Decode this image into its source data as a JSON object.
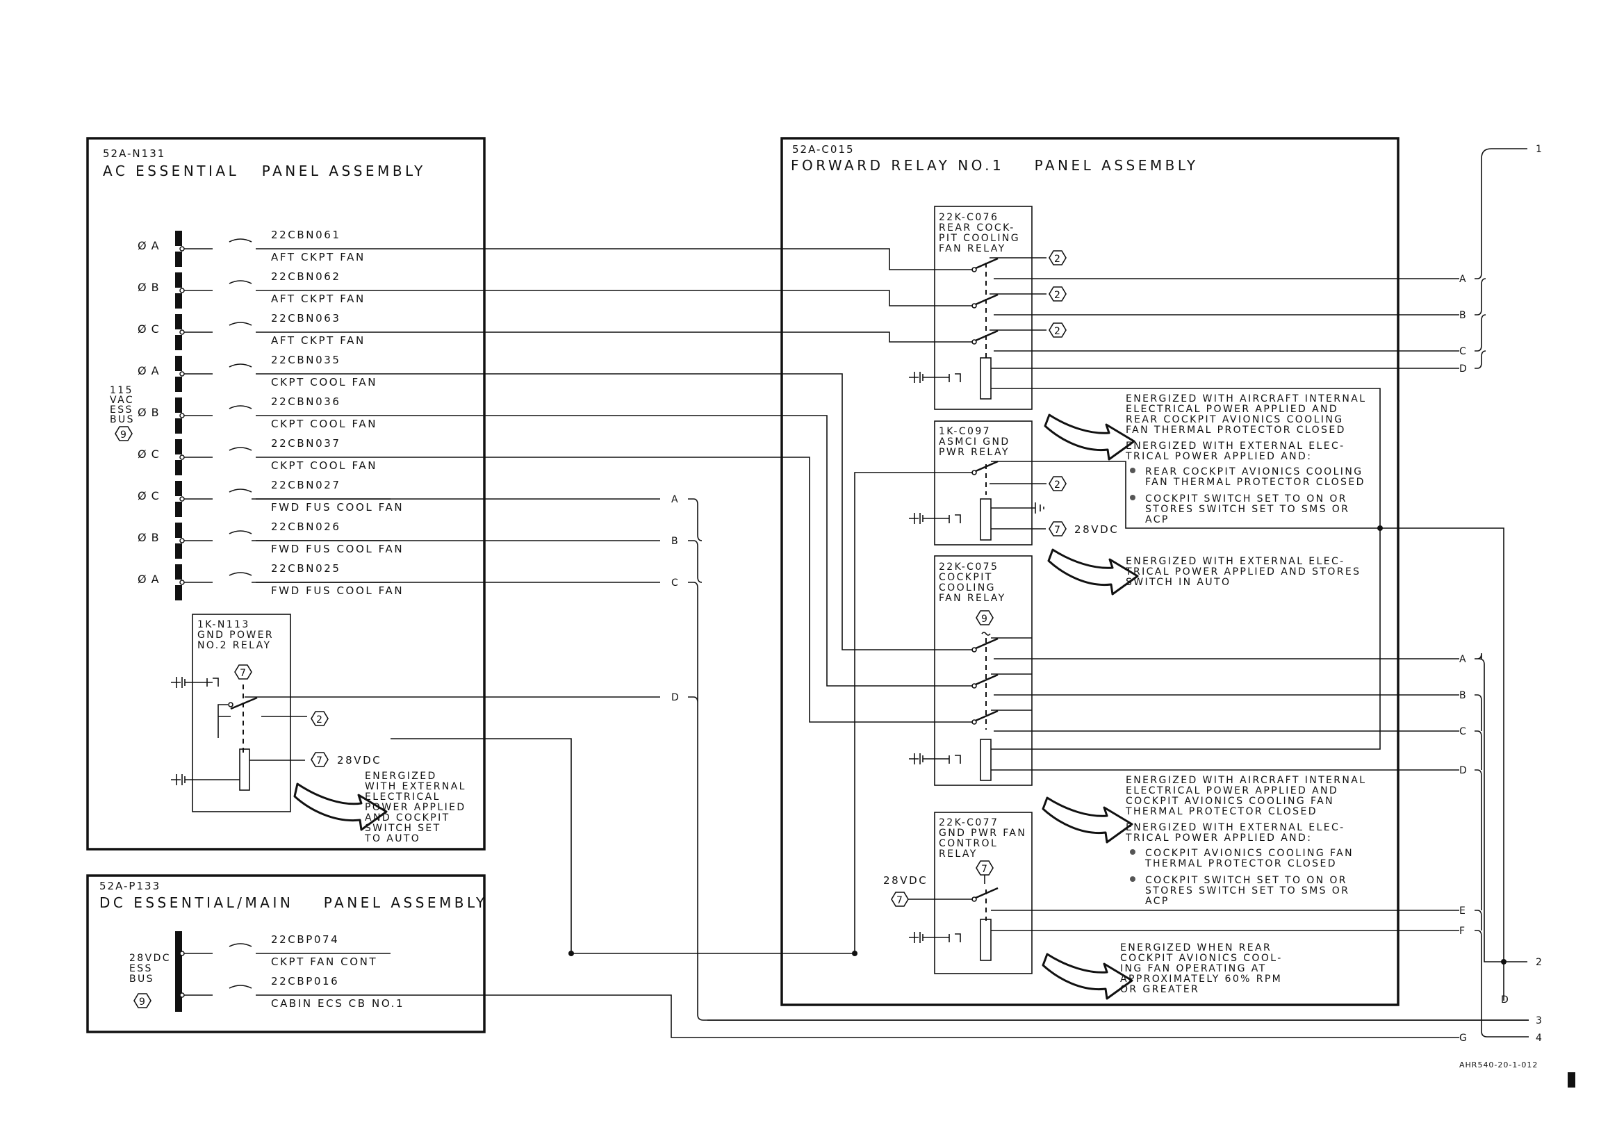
{
  "left_panel": {
    "id": "52A-N131",
    "title": "AC ESSENTIAL   PANEL ASSEMBLY",
    "bus_label": [
      "115",
      "VAC",
      "ESS",
      "BUS"
    ],
    "bus_note": "9",
    "breakers": [
      {
        "phase": "Ø A",
        "cb": "22CBN061",
        "name": "AFT CKPT FAN"
      },
      {
        "phase": "Ø B",
        "cb": "22CBN062",
        "name": "AFT CKPT FAN"
      },
      {
        "phase": "Ø C",
        "cb": "22CBN063",
        "name": "AFT CKPT FAN"
      },
      {
        "phase": "Ø A",
        "cb": "22CBN035",
        "name": "CKPT COOL FAN"
      },
      {
        "phase": "Ø B",
        "cb": "22CBN036",
        "name": "CKPT COOL FAN"
      },
      {
        "phase": "Ø C",
        "cb": "22CBN037",
        "name": "CKPT COOL FAN"
      },
      {
        "phase": "Ø C",
        "cb": "22CBN027",
        "name": "FWD FUS COOL FAN"
      },
      {
        "phase": "Ø B",
        "cb": "22CBN026",
        "name": "FWD FUS COOL FAN"
      },
      {
        "phase": "Ø A",
        "cb": "22CBN025",
        "name": "FWD FUS COOL FAN"
      }
    ],
    "relay": {
      "lines": [
        "1K-N113",
        "GND POWER",
        "NO.2 RELAY"
      ],
      "note_top": "7",
      "note_contact": "2",
      "note_coil": "7",
      "coil_voltage": "28VDC",
      "energized": [
        "ENERGIZED",
        "WITH EXTERNAL",
        "ELECTRICAL",
        "POWER APPLIED",
        "AND COCKPIT",
        "SWITCH SET",
        "TO AUTO"
      ]
    },
    "outputs": [
      "A",
      "B",
      "C",
      "D"
    ]
  },
  "dc_panel": {
    "id": "52A-P133",
    "title": "DC ESSENTIAL/MAIN    PANEL ASSEMBLY",
    "bus_label": [
      "28VDC",
      "ESS",
      "BUS"
    ],
    "bus_note": "9",
    "breakers": [
      {
        "cb": "22CBP074",
        "name": "CKPT FAN CONT"
      },
      {
        "cb": "22CBP016",
        "name": "CABIN ECS CB NO.1"
      }
    ]
  },
  "right_panel": {
    "id": "52A-C015",
    "title": "FORWARD RELAY NO.1    PANEL ASSEMBLY",
    "relays": [
      {
        "lines": [
          "22K-C076",
          "REAR COCK-",
          "PIT COOLING",
          "FAN RELAY"
        ],
        "contact_note": "2"
      },
      {
        "lines": [
          "1K-C097",
          "ASMCI GND",
          "PWR RELAY"
        ],
        "contact_note": "2",
        "coil_note": "7",
        "coil_voltage": "28VDC"
      },
      {
        "lines": [
          "22K-C075",
          "COCKPIT",
          "COOLING",
          "FAN RELAY"
        ],
        "top_note": "9"
      },
      {
        "lines": [
          "22K-C077",
          "GND PWR FAN",
          "CONTROL",
          "RELAY"
        ],
        "top_note": "7",
        "side_note": "7",
        "side_voltage": "28VDC"
      }
    ],
    "notes": {
      "n1": [
        "ENERGIZED WITH AIRCRAFT INTERNAL",
        "ELECTRICAL POWER APPLIED AND",
        "REAR COCKPIT AVIONICS COOLING",
        "FAN THERMAL PROTECTOR CLOSED"
      ],
      "n1b": [
        "ENERGIZED WITH EXTERNAL ELEC-",
        "TRICAL POWER APPLIED AND:"
      ],
      "n1c": [
        "REAR COCKPIT AVIONICS COOLING",
        "FAN THERMAL PROTECTOR CLOSED"
      ],
      "n1d": [
        "COCKPIT SWITCH SET TO ON OR",
        "STORES SWITCH SET TO SMS OR",
        "ACP"
      ],
      "n2": [
        "ENERGIZED WITH EXTERNAL ELEC-",
        "TRICAL POWER APPLIED AND STORES",
        "SWITCH IN AUTO"
      ],
      "n3": [
        "ENERGIZED WITH AIRCRAFT INTERNAL",
        "ELECTRICAL POWER APPLIED AND",
        "COCKPIT AVIONICS COOLING FAN",
        "THERMAL PROTECTOR CLOSED"
      ],
      "n3b": [
        "ENERGIZED WITH EXTERNAL ELEC-",
        "TRICAL POWER APPLIED AND:"
      ],
      "n3c": [
        "COCKPIT AVIONICS COOLING FAN",
        "THERMAL PROTECTOR CLOSED"
      ],
      "n3d": [
        "COCKPIT SWITCH SET TO ON OR",
        "STORES SWITCH SET TO SMS OR",
        "ACP"
      ],
      "n4": [
        "ENERGIZED WHEN REAR",
        "COCKPIT AVIONICS COOL-",
        "ING FAN OPERATING AT",
        "APPROXIMATELY 60% RPM",
        "OR GREATER"
      ]
    },
    "outputs_top": [
      "A",
      "B",
      "C",
      "D"
    ],
    "outputs_mid": [
      "A",
      "B",
      "C",
      "D",
      "E",
      "F"
    ]
  },
  "bracket_labels": {
    "b1": "1",
    "b2": "2",
    "b3": "3",
    "b4": "4",
    "g": "G",
    "d": "D"
  },
  "figure_id": "AHR540-20-1-012"
}
